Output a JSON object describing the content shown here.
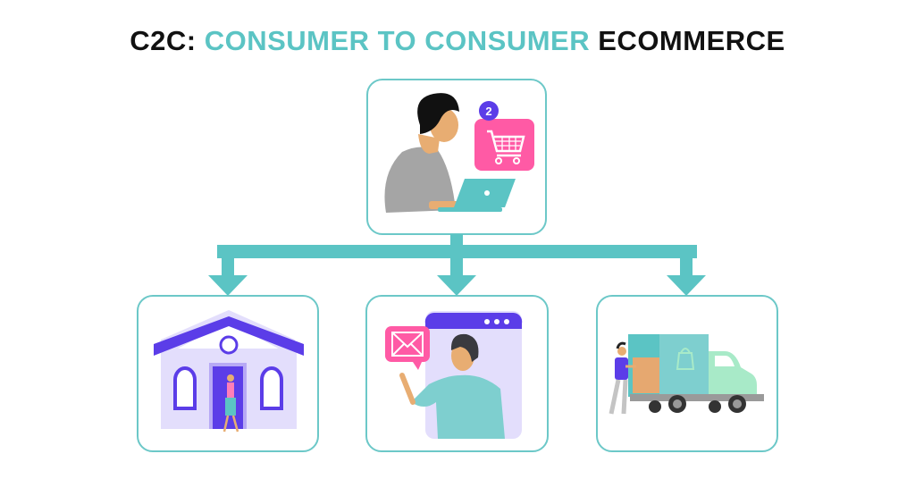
{
  "title": {
    "prefix": "C2C: ",
    "accent": "CONSUMER TO CONSUMER",
    "suffix": " ECOMMERCE"
  },
  "colors": {
    "accent": "#5bc4c4",
    "purple": "#5b3de8",
    "pink": "#ff5aa5",
    "lavender": "#e3defc"
  },
  "top_panel": {
    "icon": "woman-shopping-laptop",
    "cart_badge": "2"
  },
  "bottom_panels": [
    {
      "icon": "house-store-icon"
    },
    {
      "icon": "man-message-icon"
    },
    {
      "icon": "delivery-truck-icon"
    }
  ]
}
